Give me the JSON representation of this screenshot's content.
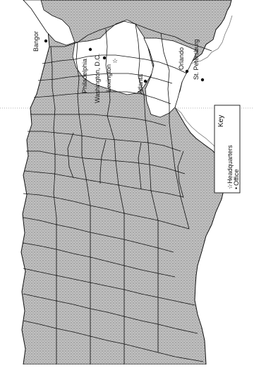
{
  "map": {
    "colors": {
      "land_fill": "#b9b9b9",
      "border": "#111111",
      "water_line": "#777777"
    },
    "cities": [
      {
        "name": "Bangor",
        "marker": "office-dot"
      },
      {
        "name": "Philadelphia",
        "marker": "office-dot"
      },
      {
        "name": "Washington, D.C.",
        "marker": "office-dot"
      },
      {
        "name": "Lexington",
        "marker": "headquarters-star"
      },
      {
        "name": "Atlanta",
        "marker": "office-dot"
      },
      {
        "name": "Orlando",
        "marker": "office-dot"
      },
      {
        "name": "St. Petersburg",
        "marker": "office-dot"
      }
    ]
  },
  "legend": {
    "title": "Key",
    "items": [
      {
        "symbol": "☆",
        "label": "Headquarters",
        "icon": "star-icon"
      },
      {
        "symbol": "•",
        "label": "Office",
        "icon": "dot-icon"
      }
    ]
  }
}
